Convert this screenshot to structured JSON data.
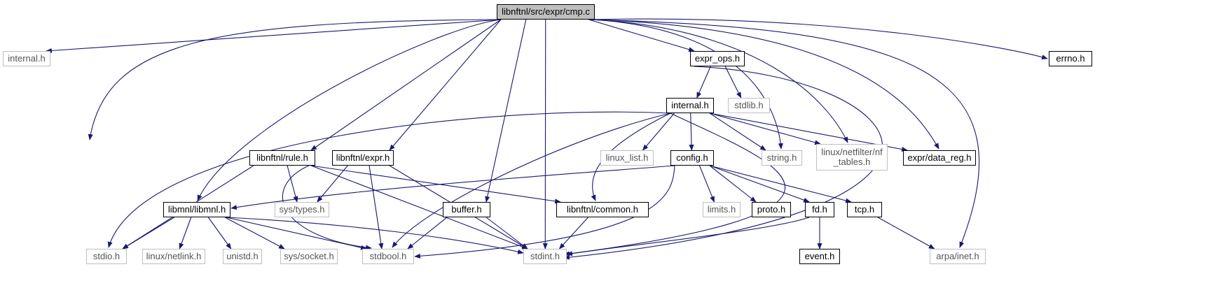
{
  "graph": {
    "edge_color": "#191970",
    "nodes": {
      "root": {
        "label": "libnftnl/src/expr/cmp.c",
        "kind": "root"
      },
      "internal_top": {
        "label": "internal.h",
        "kind": "missing"
      },
      "stdio": {
        "label": "stdio.h",
        "kind": "missing"
      },
      "libmnl": {
        "label": "libmnl/libmnl.h",
        "kind": "linked"
      },
      "linux_netlink": {
        "label": "linux/netlink.h",
        "kind": "missing"
      },
      "unistd": {
        "label": "unistd.h",
        "kind": "missing"
      },
      "sys_socket": {
        "label": "sys/socket.h",
        "kind": "missing"
      },
      "stdbool": {
        "label": "stdbool.h",
        "kind": "missing"
      },
      "stdint": {
        "label": "stdint.h",
        "kind": "missing"
      },
      "rule": {
        "label": "libnftnl/rule.h",
        "kind": "linked"
      },
      "sys_types": {
        "label": "sys/types.h",
        "kind": "missing"
      },
      "common": {
        "label": "libnftnl/common.h",
        "kind": "linked"
      },
      "expr": {
        "label": "libnftnl/expr.h",
        "kind": "linked"
      },
      "buffer": {
        "label": "buffer.h",
        "kind": "linked"
      },
      "expr_ops": {
        "label": "expr_ops.h",
        "kind": "linked"
      },
      "internal": {
        "label": "internal.h",
        "kind": "linked"
      },
      "stdlib": {
        "label": "stdlib.h",
        "kind": "missing"
      },
      "linux_list": {
        "label": "linux_list.h",
        "kind": "missing"
      },
      "config": {
        "label": "config.h",
        "kind": "linked"
      },
      "limits": {
        "label": "limits.h",
        "kind": "missing"
      },
      "proto": {
        "label": "proto.h",
        "kind": "linked"
      },
      "fd": {
        "label": "fd.h",
        "kind": "linked"
      },
      "event": {
        "label": "event.h",
        "kind": "linked"
      },
      "tcp": {
        "label": "tcp.h",
        "kind": "linked"
      },
      "arpa_inet": {
        "label": "arpa/inet.h",
        "kind": "missing"
      },
      "string": {
        "label": "string.h",
        "kind": "missing"
      },
      "nf_tables": {
        "label": "linux/netfilter/nf\n_tables.h",
        "kind": "missing"
      },
      "data_reg": {
        "label": "expr/data_reg.h",
        "kind": "linked"
      },
      "errno": {
        "label": "errno.h",
        "kind": "linked"
      }
    },
    "edges": [
      [
        "root",
        "internal_top"
      ],
      [
        "root",
        "stdio"
      ],
      [
        "root",
        "libmnl"
      ],
      [
        "root",
        "rule"
      ],
      [
        "root",
        "expr"
      ],
      [
        "root",
        "buffer"
      ],
      [
        "root",
        "stdint"
      ],
      [
        "root",
        "expr_ops"
      ],
      [
        "root",
        "string"
      ],
      [
        "root",
        "nf_tables"
      ],
      [
        "root",
        "data_reg"
      ],
      [
        "root",
        "arpa_inet"
      ],
      [
        "root",
        "errno"
      ],
      [
        "libmnl",
        "stdio"
      ],
      [
        "libmnl",
        "linux_netlink"
      ],
      [
        "libmnl",
        "unistd"
      ],
      [
        "libmnl",
        "sys_socket"
      ],
      [
        "libmnl",
        "stdbool"
      ],
      [
        "libmnl",
        "stdint"
      ],
      [
        "rule",
        "stdio"
      ],
      [
        "rule",
        "stdbool"
      ],
      [
        "rule",
        "sys_types"
      ],
      [
        "rule",
        "stdint"
      ],
      [
        "rule",
        "common"
      ],
      [
        "expr",
        "sys_types"
      ],
      [
        "expr",
        "stdbool"
      ],
      [
        "expr",
        "stdint"
      ],
      [
        "buffer",
        "stdbool"
      ],
      [
        "buffer",
        "stdint"
      ],
      [
        "common",
        "stdint"
      ],
      [
        "expr_ops",
        "internal"
      ],
      [
        "expr_ops",
        "stdlib"
      ],
      [
        "expr_ops",
        "stdint"
      ],
      [
        "internal",
        "stdio"
      ],
      [
        "internal",
        "stdbool"
      ],
      [
        "internal",
        "common"
      ],
      [
        "internal",
        "linux_list"
      ],
      [
        "internal",
        "config"
      ],
      [
        "internal",
        "string"
      ],
      [
        "internal",
        "nf_tables"
      ],
      [
        "internal",
        "data_reg"
      ],
      [
        "internal",
        "stdint"
      ],
      [
        "config",
        "libmnl"
      ],
      [
        "config",
        "stdbool"
      ],
      [
        "config",
        "limits"
      ],
      [
        "config",
        "proto"
      ],
      [
        "config",
        "fd"
      ],
      [
        "config",
        "tcp"
      ],
      [
        "fd",
        "event"
      ],
      [
        "fd",
        "stdint"
      ],
      [
        "tcp",
        "arpa_inet"
      ]
    ]
  }
}
